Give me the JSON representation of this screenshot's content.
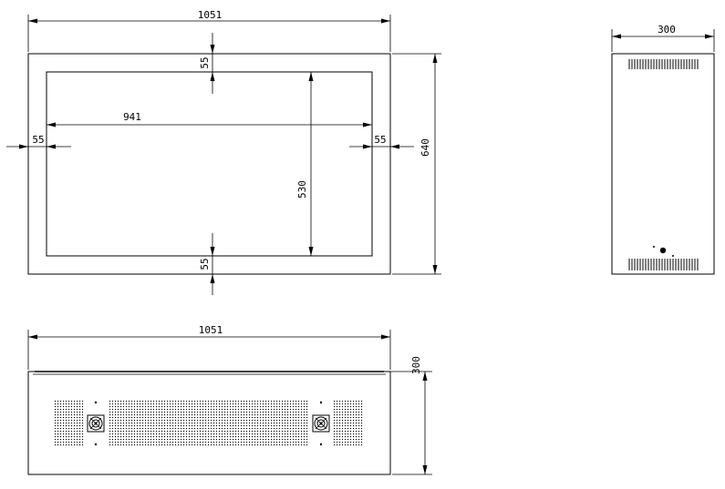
{
  "front_view": {
    "overall_width": "1051",
    "overall_height": "640",
    "inner_width": "941",
    "inner_height": "530",
    "margin_top": "55",
    "margin_bottom": "55",
    "margin_left": "55",
    "margin_right": "55"
  },
  "side_view": {
    "depth": "300"
  },
  "bottom_view": {
    "overall_width": "1051",
    "depth": "300"
  }
}
